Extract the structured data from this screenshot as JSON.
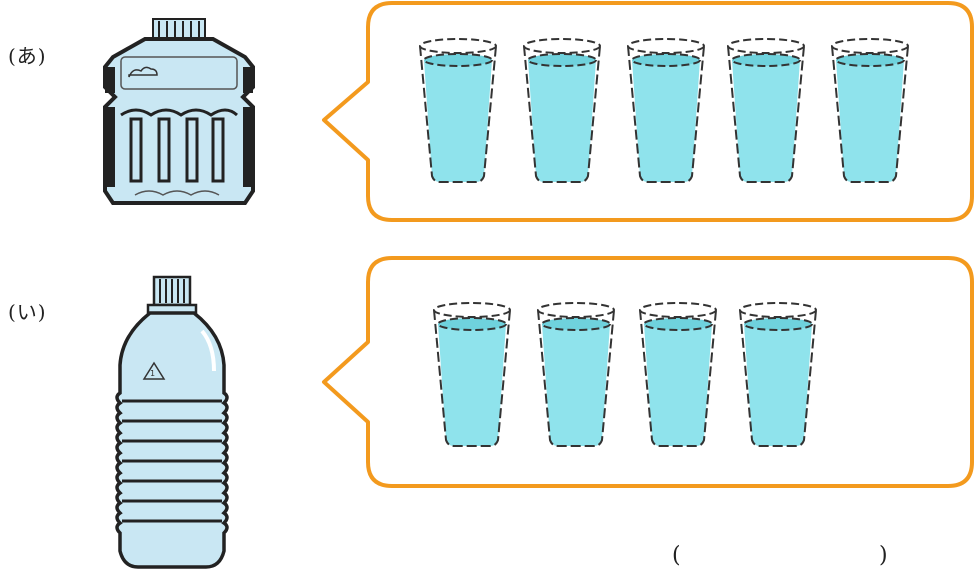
{
  "labels": {
    "a": "(あ)",
    "i": "(い)"
  },
  "answer": {
    "open": "(",
    "close": ")"
  },
  "rows": [
    {
      "label_key": "a",
      "bottle": "square-bottle-icon",
      "cup_count": 5
    },
    {
      "label_key": "i",
      "bottle": "round-bottle-icon",
      "cup_count": 4
    }
  ],
  "colors": {
    "bubble_border": "#f39a1e",
    "water": "#8fe3ec",
    "bottle_fill": "#c9e7f3",
    "outline": "#222222"
  }
}
